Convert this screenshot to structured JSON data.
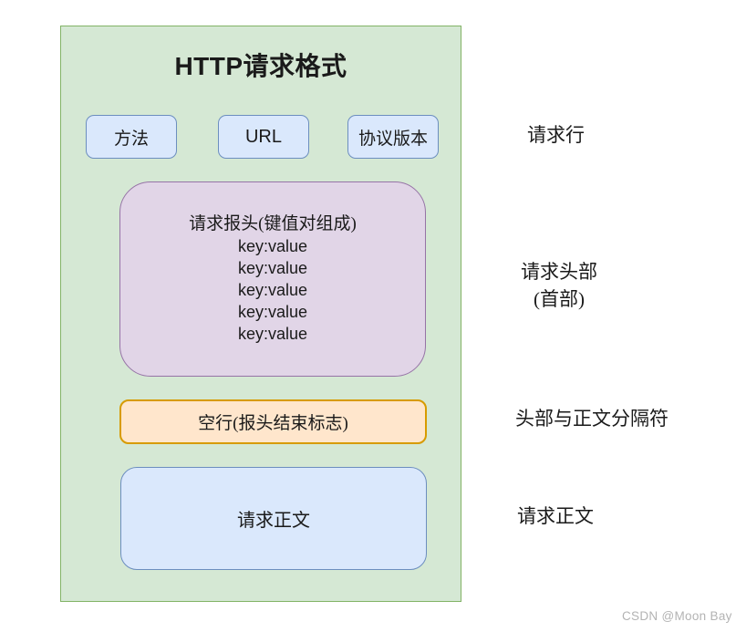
{
  "diagram": {
    "title": "HTTP请求格式",
    "request_line": {
      "boxes": [
        {
          "label": "方法"
        },
        {
          "label": "URL"
        },
        {
          "label": "协议版本"
        }
      ],
      "side_label": "请求行"
    },
    "header_section": {
      "heading": "请求报头(键值对组成)",
      "entries": [
        "key:value",
        "key:value",
        "key:value",
        "key:value",
        "key:value"
      ],
      "side_label_line1": "请求头部",
      "side_label_line2": "(首部)"
    },
    "separator_section": {
      "label": "空行(报头结束标志)",
      "side_label": "头部与正文分隔符"
    },
    "body_section": {
      "label": "请求正文",
      "side_label": "请求正文"
    },
    "colors": {
      "container_fill": "#d5e8d4",
      "container_stroke": "#82b366",
      "blue_fill": "#dae8fc",
      "blue_stroke": "#6c8ebf",
      "purple_fill": "#e1d5e7",
      "purple_stroke": "#9673a6",
      "orange_fill": "#ffe6cc",
      "orange_stroke": "#d79b00",
      "text": "#1a1a1a"
    }
  },
  "watermark": {
    "text": "CSDN @Moon Bay",
    "color": "#b3b3b3"
  }
}
